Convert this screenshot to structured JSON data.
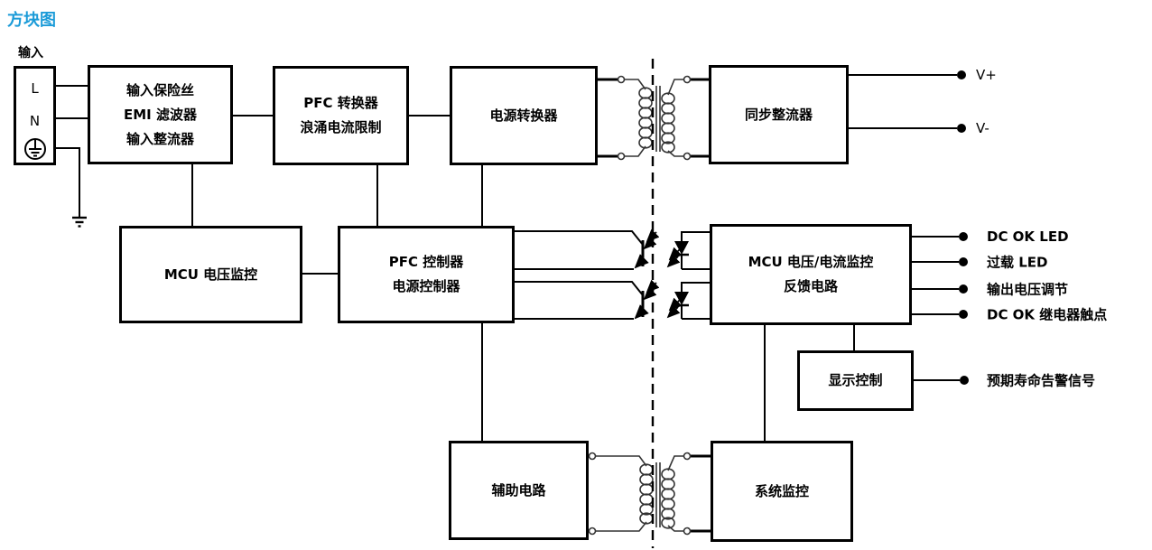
{
  "title": "方块图",
  "colors": {
    "title": "#1b9bd8",
    "line": "#000000",
    "background": "#ffffff"
  },
  "connector": {
    "label": "输入",
    "terminals": [
      "L",
      "N"
    ]
  },
  "blocks": {
    "input_stage": {
      "lines": [
        "输入保险丝",
        "EMI 滤波器",
        "输入整流器"
      ]
    },
    "pfc_converter": {
      "lines": [
        "PFC 转换器",
        "浪涌电流限制"
      ]
    },
    "power_converter": {
      "lines": [
        "电源转换器"
      ]
    },
    "sync_rectifier": {
      "lines": [
        "同步整流器"
      ]
    },
    "mcu_voltage_monitor": {
      "lines": [
        "MCU 电压监控"
      ]
    },
    "pfc_controller": {
      "lines": [
        "PFC 控制器",
        "电源控制器"
      ]
    },
    "mcu_feedback": {
      "lines": [
        "MCU 电压/电流监控",
        "反馈电路"
      ]
    },
    "display_control": {
      "lines": [
        "显示控制"
      ]
    },
    "aux_circuit": {
      "lines": [
        "辅助电路"
      ]
    },
    "system_monitor": {
      "lines": [
        "系统监控"
      ]
    }
  },
  "outputs": {
    "v_plus": "V+",
    "v_minus": "V-",
    "dc_ok_led": "DC OK LED",
    "overload_led": "过载 LED",
    "voltage_adjust": "输出电压调节",
    "dc_ok_relay": "DC OK 继电器触点",
    "life_alarm": "预期寿命告警信号"
  }
}
